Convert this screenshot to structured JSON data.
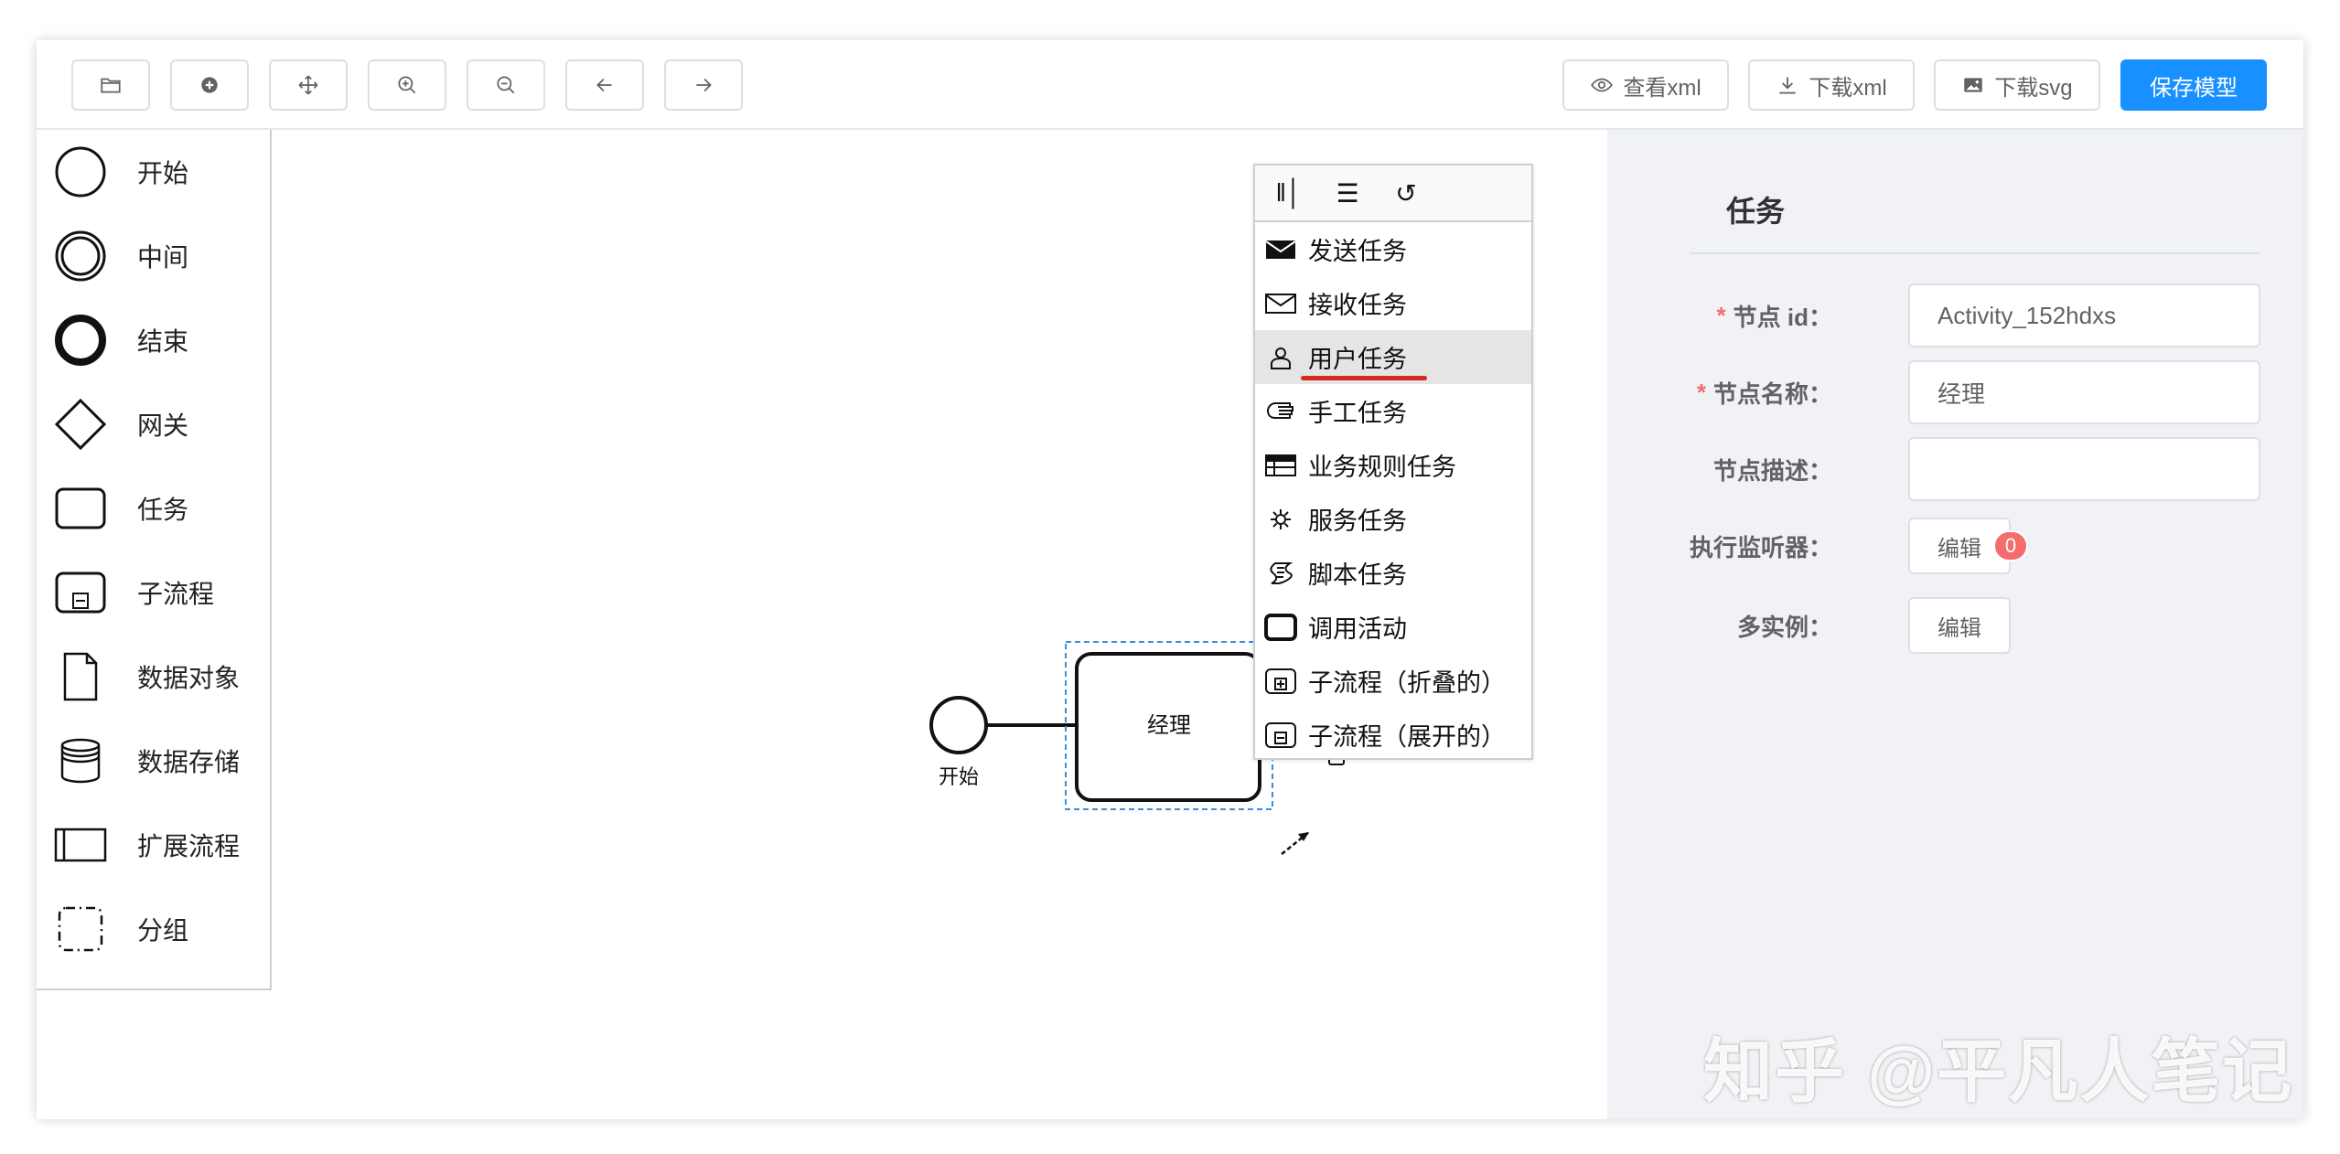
{
  "toolbar": {
    "buttons": [
      {
        "icon": "folder-open-icon"
      },
      {
        "icon": "plus-circle-icon"
      },
      {
        "icon": "move-icon"
      },
      {
        "icon": "zoom-in-icon"
      },
      {
        "icon": "zoom-out-icon"
      },
      {
        "icon": "undo-arrow-icon"
      },
      {
        "icon": "redo-arrow-icon"
      }
    ],
    "view_xml": "查看xml",
    "download_xml": "下载xml",
    "download_svg": "下载svg",
    "save_model": "保存模型",
    "accent_color": "#1890ff"
  },
  "palette": {
    "items": [
      {
        "label": "开始",
        "icon": "start-event-icon"
      },
      {
        "label": "中间",
        "icon": "intermediate-event-icon"
      },
      {
        "label": "结束",
        "icon": "end-event-icon"
      },
      {
        "label": "网关",
        "icon": "gateway-icon"
      },
      {
        "label": "任务",
        "icon": "task-icon"
      },
      {
        "label": "子流程",
        "icon": "subprocess-icon"
      },
      {
        "label": "数据对象",
        "icon": "data-object-icon"
      },
      {
        "label": "数据存储",
        "icon": "data-store-icon"
      },
      {
        "label": "扩展流程",
        "icon": "pool-icon"
      },
      {
        "label": "分组",
        "icon": "group-icon"
      }
    ]
  },
  "canvas": {
    "start_label": "开始",
    "task_label": "经理"
  },
  "context_menu": {
    "header_icons": [
      "align-icon",
      "distribute-icon",
      "rotate-icon"
    ],
    "items": [
      {
        "label": "发送任务",
        "icon": "send-task-icon"
      },
      {
        "label": "接收任务",
        "icon": "receive-task-icon"
      },
      {
        "label": "用户任务",
        "icon": "user-task-icon",
        "active": true
      },
      {
        "label": "手工任务",
        "icon": "manual-task-icon"
      },
      {
        "label": "业务规则任务",
        "icon": "business-rule-task-icon"
      },
      {
        "label": "服务任务",
        "icon": "service-task-icon"
      },
      {
        "label": "脚本任务",
        "icon": "script-task-icon"
      },
      {
        "label": "调用活动",
        "icon": "call-activity-icon"
      },
      {
        "label": "子流程（折叠的）",
        "icon": "collapsed-subprocess-icon"
      },
      {
        "label": "子流程（展开的）",
        "icon": "expanded-subprocess-icon"
      }
    ],
    "highlight_color": "#d7281f"
  },
  "properties": {
    "title": "任务",
    "node_id_label": "节点 id：",
    "node_id_value": "Activity_152hdxs",
    "node_name_label": "节点名称：",
    "node_name_value": "经理",
    "node_desc_label": "节点描述：",
    "node_desc_value": "",
    "listener_label": "执行监听器：",
    "listener_button": "编辑",
    "listener_count": "0",
    "multi_label": "多实例：",
    "multi_button": "编辑",
    "required_mark": "*"
  },
  "watermark": "知乎 @平凡人笔记"
}
